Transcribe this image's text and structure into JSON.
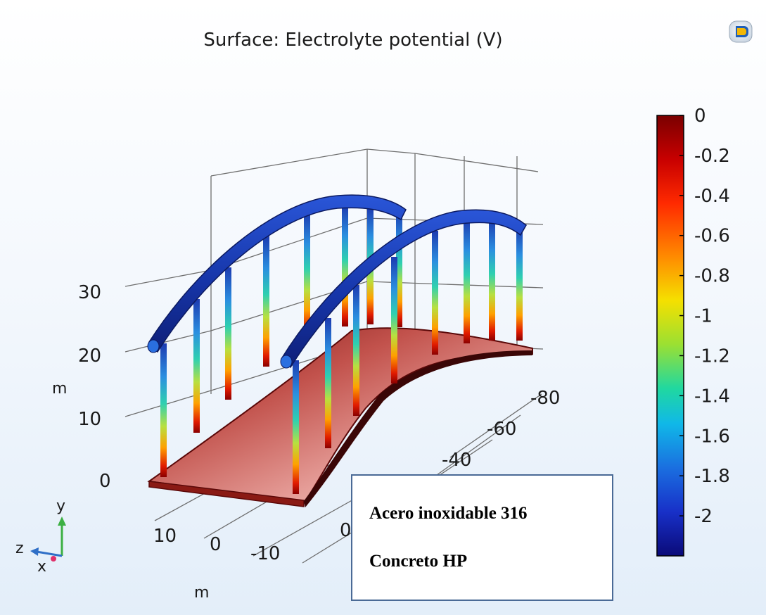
{
  "plot": {
    "title": "Surface: Electrolyte potential (V)"
  },
  "colorbar": {
    "min": -2.2,
    "max": 0,
    "tick_labels": [
      "0",
      "-0.2",
      "-0.4",
      "-0.6",
      "-0.8",
      "-1",
      "-1.2",
      "-1.4",
      "-1.6",
      "-1.8",
      "-2"
    ]
  },
  "axes": {
    "y_ticks": [
      "30",
      "20",
      "10",
      "0"
    ],
    "y_unit": "m",
    "x_ticks": [
      "10",
      "0",
      "-10",
      "0"
    ],
    "x_unit": "m",
    "z_ticks": [
      "-80",
      "-60",
      "-40"
    ],
    "triad": {
      "y": "y",
      "z": "z",
      "x": "x"
    }
  },
  "legend_box": {
    "line1": "Acero inoxidable 316",
    "line2": "Concreto HP"
  },
  "colors": {
    "deck": "#c0453f",
    "arch": "#1a3a9e",
    "triad_y": "#3cb043",
    "triad_z": "#2f6fc7",
    "triad_x": "#e0306a"
  }
}
